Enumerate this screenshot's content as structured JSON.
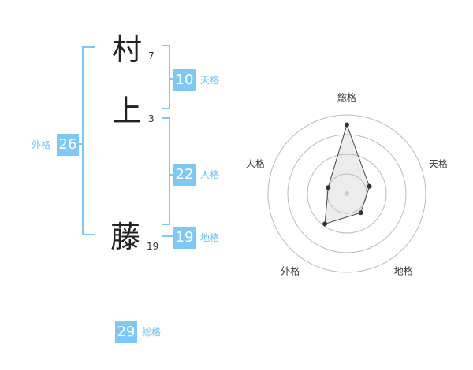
{
  "name": [
    {
      "char": "村",
      "strokes": "7"
    },
    {
      "char": "上",
      "strokes": "3"
    },
    {
      "char": "藤",
      "strokes": "19"
    }
  ],
  "kaku": {
    "tenkaku": {
      "label": "天格",
      "value": "10"
    },
    "jinkaku": {
      "label": "人格",
      "value": "22"
    },
    "chikaku": {
      "label": "地格",
      "value": "19"
    },
    "gaikaku": {
      "label": "外格",
      "value": "26"
    },
    "soukaku": {
      "label": "総格",
      "value": "29"
    }
  },
  "colors": {
    "accent": "#7fc8f3",
    "bracket": "#7fc8f3"
  },
  "chart_data": {
    "type": "radar",
    "axes": [
      "総格",
      "天格",
      "地格",
      "外格",
      "人格"
    ],
    "range": [
      0,
      4
    ],
    "rings": 4,
    "values": [
      3.5,
      1.2,
      1.2,
      1.9,
      1.0
    ]
  }
}
